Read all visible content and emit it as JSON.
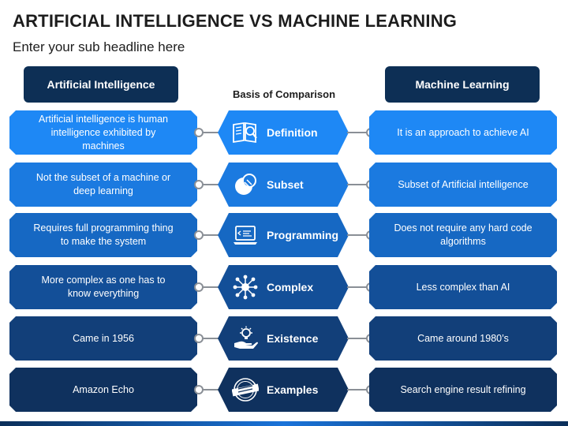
{
  "title": "ARTIFICIAL INTELLIGENCE VS MACHINE LEARNING",
  "subtitle": "Enter your sub headline here",
  "headers": {
    "left": "Artificial Intelligence",
    "middle": "Basis of Comparison",
    "right": "Machine Learning"
  },
  "colors": {
    "header_bg": "#0d2f55",
    "row_colors": [
      "#1e88f5",
      "#1b7ae0",
      "#1668c3",
      "#134f98",
      "#123f79",
      "#0f315e"
    ]
  },
  "rows": [
    {
      "basis": "Definition",
      "icon": "book-magnifier-icon",
      "ai": "Artificial intelligence is human intelligence exhibited by machines",
      "ml": "It is an approach to achieve AI"
    },
    {
      "basis": "Subset",
      "icon": "venn-circles-icon",
      "ai": "Not the subset of a machine or deep learning",
      "ml": "Subset of Artificial intelligence"
    },
    {
      "basis": "Programming",
      "icon": "laptop-code-icon",
      "ai": "Requires full programming thing to make the system",
      "ml": "Does not require any hard code algorithms"
    },
    {
      "basis": "Complex",
      "icon": "network-nodes-icon",
      "ai": "More complex as one has to know everything",
      "ml": "Less complex than AI"
    },
    {
      "basis": "Existence",
      "icon": "hand-lightbulb-icon",
      "ai": "Came in 1956",
      "ml": "Came around 1980’s"
    },
    {
      "basis": "Examples",
      "icon": "example-stamp-icon",
      "ai": "Amazon Echo",
      "ml": "Search engine result refining"
    }
  ]
}
